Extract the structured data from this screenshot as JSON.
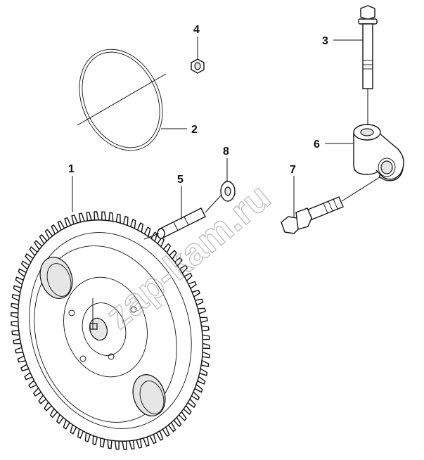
{
  "diagram": {
    "callouts": {
      "gear": "1",
      "o_ring": "2",
      "bolt_long": "3",
      "nut_small": "4",
      "shaft": "5",
      "bracket": "6",
      "bolt_short": "7",
      "washer": "8"
    },
    "watermark": "zap-kam.ru",
    "gear_teeth_count": 80,
    "line_color": "#111111",
    "watermark_color": "#a8a8a8"
  }
}
